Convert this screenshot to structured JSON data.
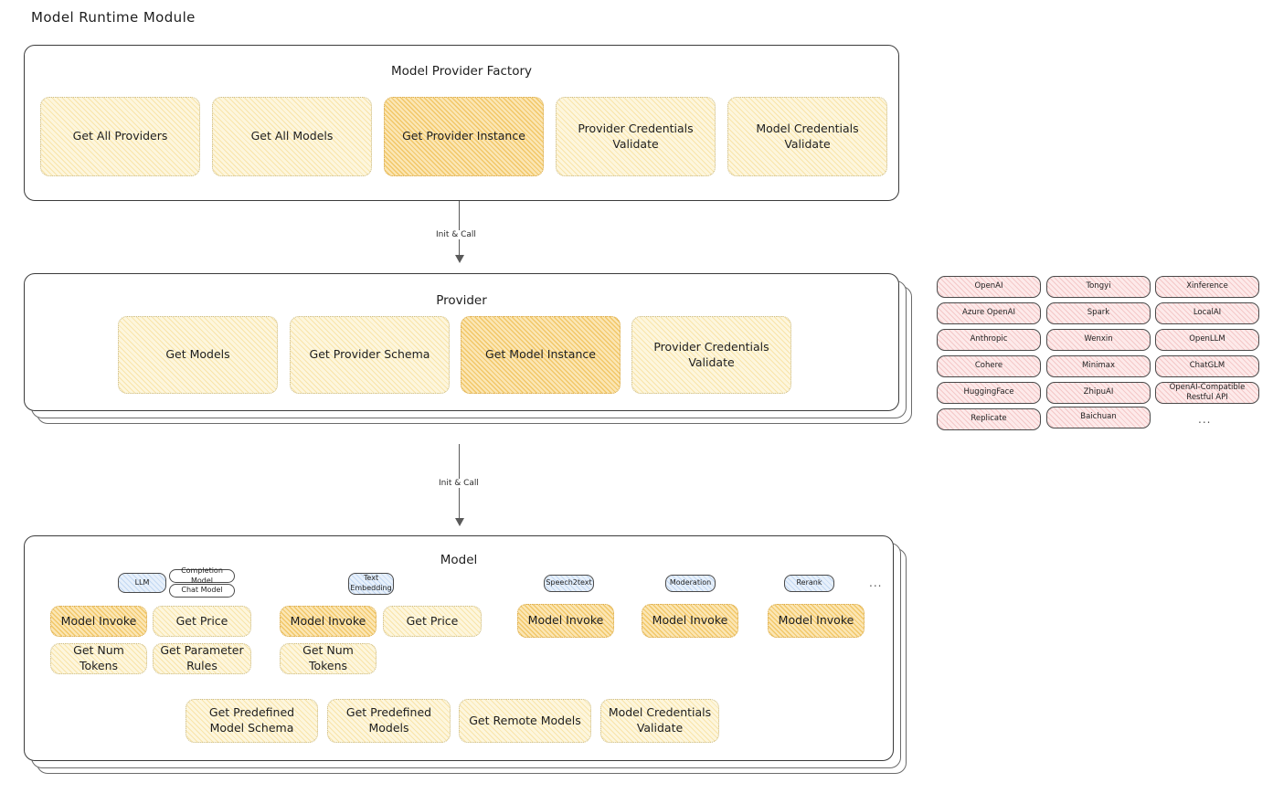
{
  "page": {
    "title": "Model Runtime Module"
  },
  "factory": {
    "title": "Model Provider Factory",
    "nodes": [
      {
        "label": "Get All Providers",
        "style": "yellow"
      },
      {
        "label": "Get All Models",
        "style": "yellow"
      },
      {
        "label": "Get Provider Instance",
        "style": "orange"
      },
      {
        "label": "Provider Credentials Validate",
        "style": "yellow"
      },
      {
        "label": "Model Credentials Validate",
        "style": "yellow"
      }
    ]
  },
  "arrow_top": {
    "label": "Init & Call"
  },
  "arrow_bottom": {
    "label": "Init & Call"
  },
  "provider": {
    "title": "Provider",
    "nodes": [
      {
        "label": "Get Models",
        "style": "yellow"
      },
      {
        "label": "Get Provider Schema",
        "style": "yellow"
      },
      {
        "label": "Get Model Instance",
        "style": "orange"
      },
      {
        "label": "Provider Credentials Validate",
        "style": "yellow"
      }
    ]
  },
  "provider_list": {
    "columns": [
      {
        "items": [
          "OpenAI",
          "Azure OpenAI",
          "Anthropic",
          "Cohere",
          "HuggingFace",
          "Replicate"
        ]
      },
      {
        "items": [
          "Tongyi",
          "Spark",
          "Wenxin",
          "Minimax",
          "ZhipuAI",
          "Baichuan"
        ]
      },
      {
        "items": [
          "Xinference",
          "LocalAI",
          "OpenLLM",
          "ChatGLM",
          "OpenAI-Compatible Restful API"
        ]
      }
    ],
    "ellipsis": "..."
  },
  "model": {
    "title": "Model",
    "ellipsis": "...",
    "types": [
      {
        "badge": "LLM",
        "badge_style": "blue",
        "sub_badges": [
          "Completion Model",
          "Chat Model"
        ],
        "nodes": [
          {
            "label": "Model Invoke",
            "style": "orange"
          },
          {
            "label": "Get Price",
            "style": "yellow"
          },
          {
            "label": "Get Num Tokens",
            "style": "yellow"
          },
          {
            "label": "Get Parameter Rules",
            "style": "yellow"
          }
        ]
      },
      {
        "badge": "Text Embedding",
        "badge_style": "blue",
        "sub_badges": [],
        "nodes": [
          {
            "label": "Model Invoke",
            "style": "orange"
          },
          {
            "label": "Get Price",
            "style": "yellow"
          },
          {
            "label": "Get Num Tokens",
            "style": "yellow"
          }
        ]
      },
      {
        "badge": "Speech2text",
        "badge_style": "blue",
        "sub_badges": [],
        "nodes": [
          {
            "label": "Model Invoke",
            "style": "orange"
          }
        ]
      },
      {
        "badge": "Moderation",
        "badge_style": "blue",
        "sub_badges": [],
        "nodes": [
          {
            "label": "Model Invoke",
            "style": "orange"
          }
        ]
      },
      {
        "badge": "Rerank",
        "badge_style": "blue",
        "sub_badges": [],
        "nodes": [
          {
            "label": "Model Invoke",
            "style": "orange"
          }
        ]
      }
    ],
    "common_nodes": [
      {
        "label": "Get Predefined Model Schema",
        "style": "yellow"
      },
      {
        "label": "Get Predefined Models",
        "style": "yellow"
      },
      {
        "label": "Get Remote Models",
        "style": "yellow"
      },
      {
        "label": "Model Credentials Validate",
        "style": "yellow"
      }
    ]
  }
}
